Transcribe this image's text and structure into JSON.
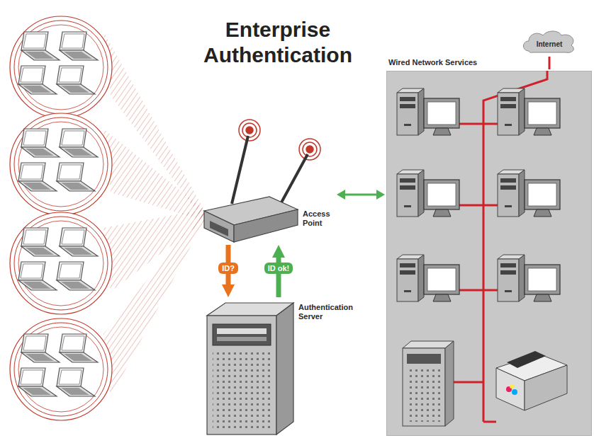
{
  "diagram": {
    "title": "Enterprise Authentication",
    "nodes": [
      {
        "text": [
          "Internet"
        ]
      },
      {
        "text": [
          "Wired Network Services"
        ]
      },
      {
        "text": [
          "Access Point"
        ]
      },
      {
        "text": [
          "Authentication Server"
        ]
      }
    ],
    "edges": [
      {
        "from": 2,
        "to": 3,
        "label": "ID?",
        "arrow": "to"
      },
      {
        "from": 3,
        "to": 2,
        "label": "ID ok!",
        "arrow": "to"
      },
      {
        "from": 2,
        "to": 1,
        "arrow": "both"
      },
      {
        "from": 0,
        "to": 1,
        "arrow": "none"
      }
    ]
  }
}
